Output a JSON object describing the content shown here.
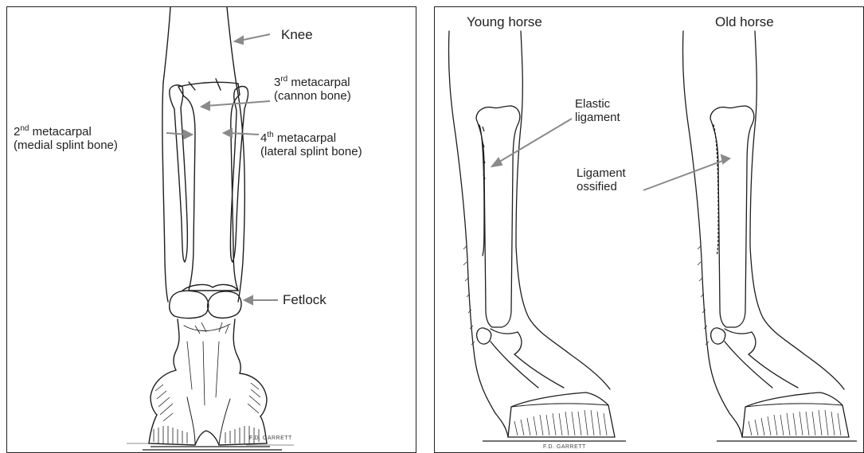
{
  "left_panel": {
    "knee": "Knee",
    "third_metacarpal": {
      "prefix": "3",
      "sup": "rd",
      "rest": " metacarpal",
      "sub": "(cannon bone)"
    },
    "second_metacarpal": {
      "prefix": "2",
      "sup": "nd",
      "rest": " metacarpal",
      "sub": "(medial splint bone)"
    },
    "fourth_metacarpal": {
      "prefix": "4",
      "sup": "th",
      "rest": " metacarpal",
      "sub": "(lateral splint bone)"
    },
    "fetlock": "Fetlock",
    "signature": "F.D. GARRETT"
  },
  "right_panel": {
    "young_horse": "Young horse",
    "old_horse": "Old horse",
    "elastic_ligament": {
      "line1": "Elastic",
      "line2": "ligament"
    },
    "ligament_ossified": {
      "line1": "Ligament",
      "line2": "ossified"
    },
    "signature": "F.D. GARRETT"
  },
  "colors": {
    "ink": "#1e1e1e",
    "arrow": "#8a8a8a",
    "background": "#ffffff"
  }
}
